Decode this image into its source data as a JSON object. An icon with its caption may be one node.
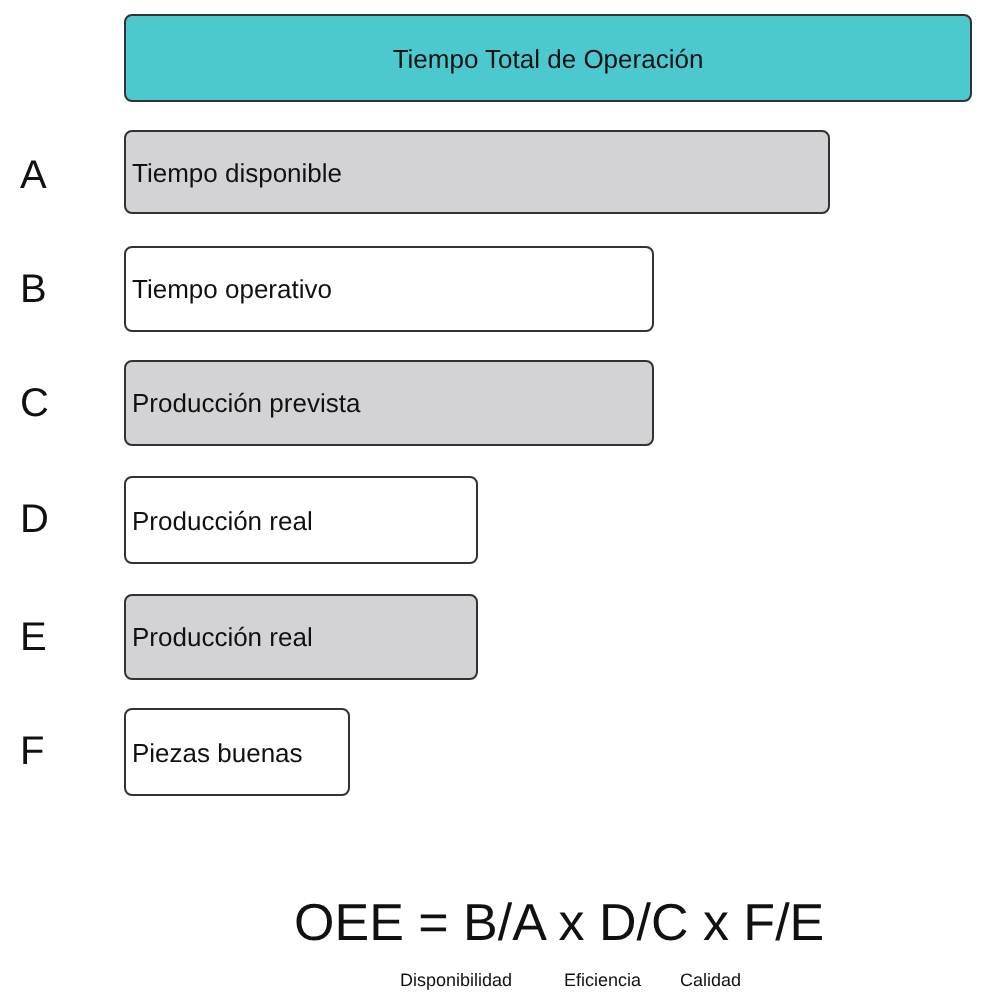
{
  "diagram": {
    "nodes": [
      {
        "text": [
          "Tiempo Total de Operación"
        ]
      },
      {
        "text": [
          "Tiempo disponible"
        ]
      },
      {
        "text": [
          "Tiempo operativo"
        ]
      },
      {
        "text": [
          "Producción prevista"
        ]
      },
      {
        "text": [
          "Producción real"
        ]
      },
      {
        "text": [
          "Producción real"
        ]
      },
      {
        "text": [
          "Piezas buenas"
        ]
      }
    ],
    "labels": [
      "A",
      "B",
      "C",
      "D",
      "E",
      "F",
      "OEE = B/A x D/C x F/E",
      "Disponibilidad",
      "Eficiencia",
      "Calidad"
    ]
  }
}
